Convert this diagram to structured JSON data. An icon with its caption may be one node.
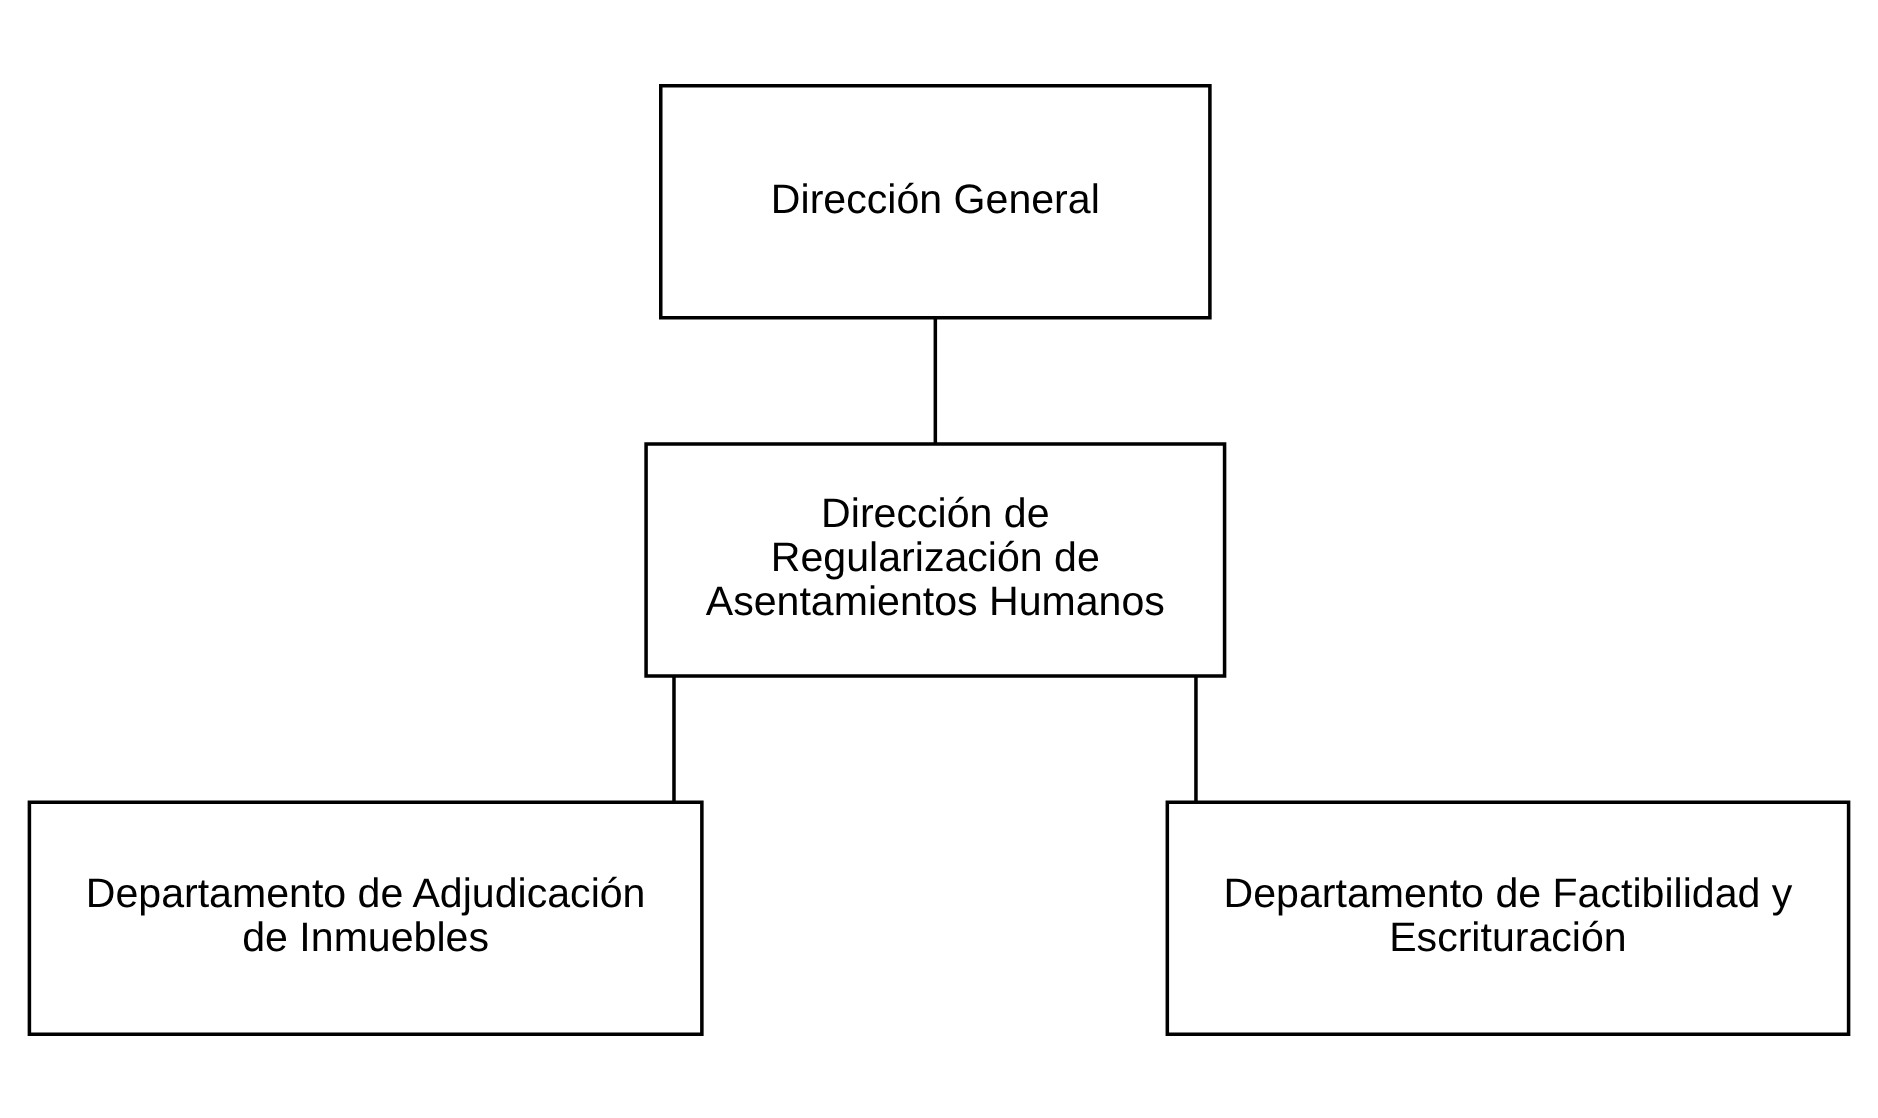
{
  "diagram": {
    "nodes": [
      {
        "text": [
          "Dirección General"
        ]
      },
      {
        "text": [
          "Dirección de Regularización de Asentamientos Humanos"
        ]
      },
      {
        "text": [
          "Departamento de Adjudicación de Inmuebles"
        ]
      },
      {
        "text": [
          "Departamento de Factibilidad y Escrituración"
        ]
      }
    ],
    "edges": [
      {
        "from": 0,
        "to": 1,
        "arrow": "none"
      },
      {
        "from": 1,
        "to": 2,
        "arrow": "none"
      },
      {
        "from": 1,
        "to": 3,
        "arrow": "none"
      }
    ]
  }
}
